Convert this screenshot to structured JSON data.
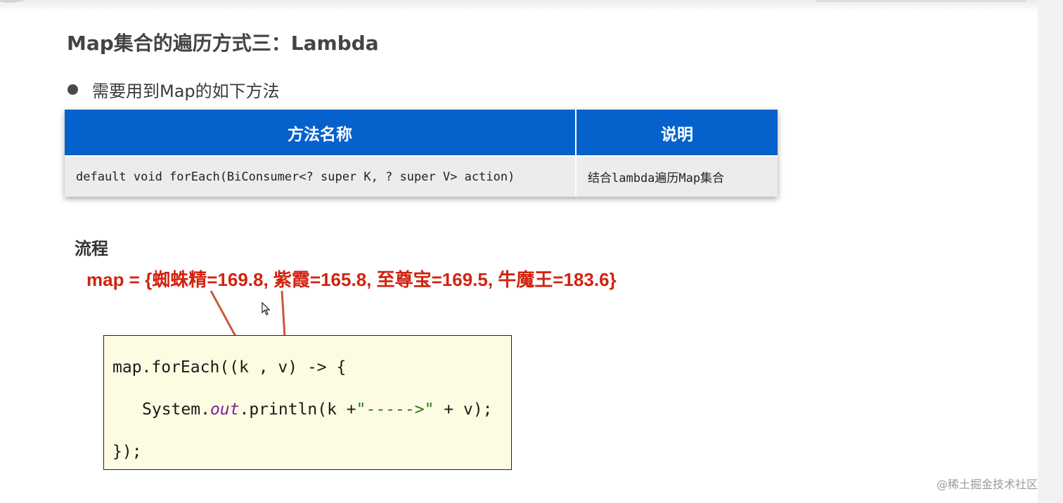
{
  "slide": {
    "title": "Map集合的遍历方式三：Lambda",
    "bullet": "需要用到Map的如下方法"
  },
  "table": {
    "headers": [
      "方法名称",
      "说明"
    ],
    "rows": [
      [
        "default void forEach(BiConsumer<? super K, ? super V> action)",
        "结合lambda遍历Map集合"
      ]
    ]
  },
  "flow": {
    "label": "流程",
    "map_text": "map = {蜘蛛精=169.8, 紫霞=165.8, 至尊宝=169.5, 牛魔王=183.6}"
  },
  "code": {
    "line1": "map.forEach((k , v) -> {",
    "line2_prefix": "System.",
    "line2_out": "out",
    "line2_mid": ".println(k +",
    "line2_str": "\"----->\"",
    "line2_suffix": " + v);",
    "line3": "});"
  },
  "watermark": "@稀土掘金技术社区",
  "colors": {
    "header_blue": "#0561cc",
    "map_red": "#d2230f",
    "arrow": "#c9583f",
    "code_bg": "#fdfce2"
  }
}
